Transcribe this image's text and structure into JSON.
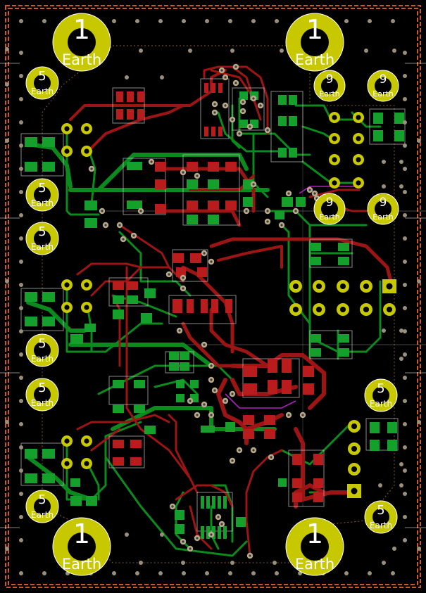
{
  "colors": {
    "background": "#000000",
    "copper_front": "#9c1515",
    "copper_back": "#0c8a1e",
    "pad": "#c8c800",
    "outline": "#c85a2a",
    "via": "#b8a98a",
    "label": "#ffffff",
    "edge": "#ff6a3a"
  },
  "mounting_holes": {
    "big_number": "1",
    "big_label": "Earth",
    "small_five": "5",
    "small_nine": "9",
    "small_label": "Earth"
  }
}
